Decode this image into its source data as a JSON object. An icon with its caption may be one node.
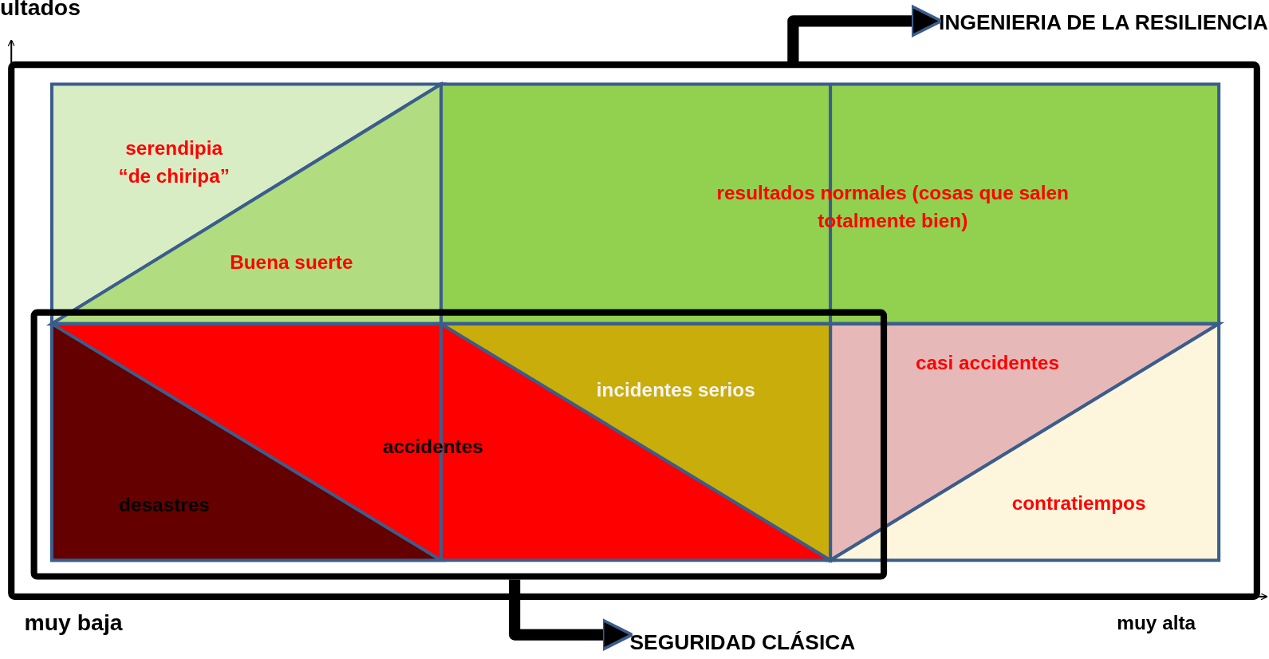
{
  "diagram": {
    "nodes": [
      {
        "text": [],
        "shape": "box"
      },
      {
        "text": [
          "serendipia “de chiripa”"
        ],
        "in": 0
      },
      {
        "text": [
          "Buena suerte"
        ],
        "in": 0
      },
      {
        "text": [
          "resultados normales (cosas que salen totalmente bien)"
        ],
        "in": 0
      },
      {
        "text": [],
        "shape": "box",
        "in": 0
      },
      {
        "text": [
          "accidentes"
        ],
        "in": 4
      },
      {
        "text": [
          "desastres"
        ],
        "in": 5
      },
      {
        "text": [
          "incidentes serios"
        ],
        "in": 4
      },
      {
        "text": [
          "casi accidentes"
        ],
        "in": 0
      },
      {
        "text": [
          "contratiempos"
        ],
        "in": 0
      },
      {
        "text": [
          "INGENIERIA DE LA RESILIENCIA"
        ]
      },
      {
        "text": [
          "SEGURIDAD CLÁSICA"
        ]
      }
    ],
    "edges": [
      {
        "from": 0,
        "to": 10,
        "arrow": "to"
      },
      {
        "from": 4,
        "to": 11,
        "arrow": "to"
      }
    ],
    "labels": [
      "ultados",
      "muy baja",
      "muy alta"
    ]
  }
}
